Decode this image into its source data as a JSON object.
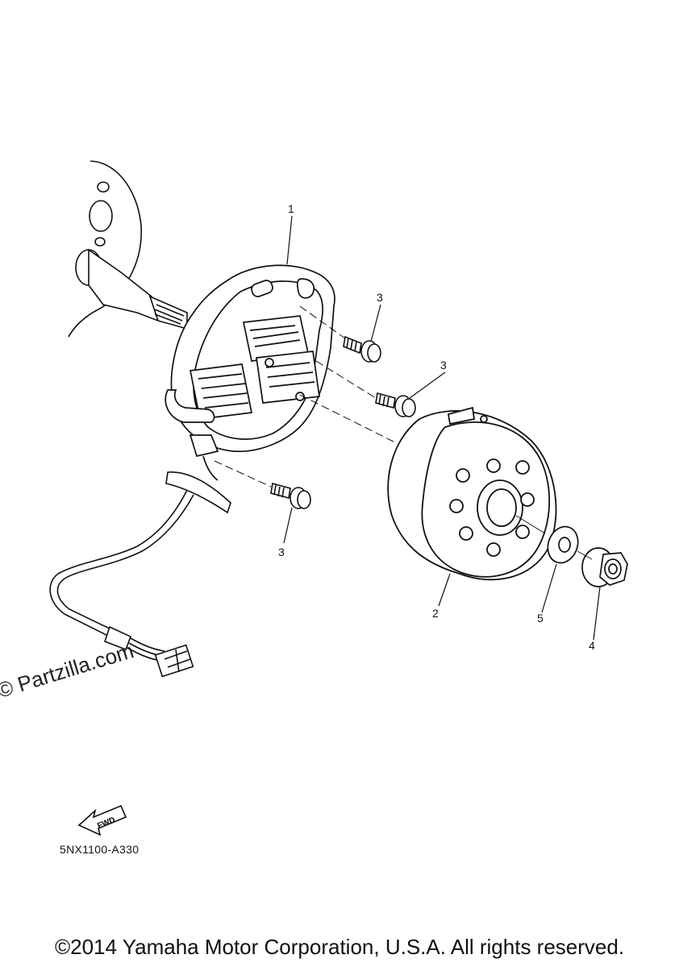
{
  "diagram": {
    "code": "5NX1100-A330",
    "callouts": {
      "part_1": "1",
      "part_2": "2",
      "part_3a": "3",
      "part_3b": "3",
      "part_3c": "3",
      "part_4": "4",
      "part_5": "5"
    },
    "fwd_arrow_text": "FWD",
    "watermark": "© Partzilla.com",
    "copyright": "©2014 Yamaha Motor Corporation, U.S.A. All rights reserved."
  }
}
